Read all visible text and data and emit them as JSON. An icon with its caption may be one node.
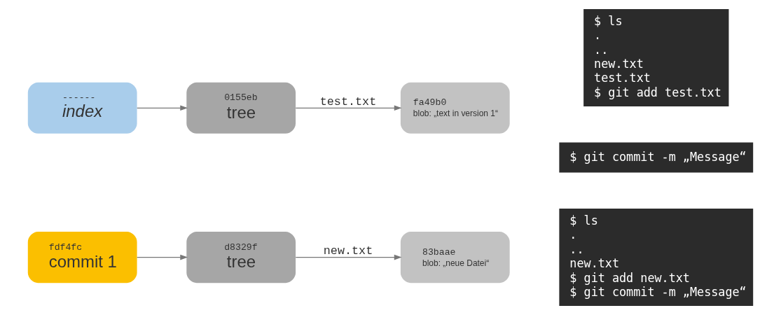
{
  "diagram": {
    "nodes": [
      {
        "text": [
          "fdf4fc",
          "commit 1"
        ]
      },
      {
        "text": [
          "d8329f",
          "tree"
        ]
      },
      {
        "text": [
          "83baae",
          "blob: „neue Datei“"
        ]
      },
      {
        "text": [
          "$ ls",
          ".",
          "..",
          "new.txt",
          "$ git add new.txt",
          "$ git commit -m „Message“"
        ]
      },
      {
        "text": [
          "------",
          "index"
        ]
      },
      {
        "text": [
          "0155eb",
          "tree"
        ]
      },
      {
        "text": [
          "fa49b0",
          "blob: „text in version 1“"
        ]
      },
      {
        "text": [
          "$ ls",
          ".",
          "..",
          "new.txt",
          "test.txt",
          "$ git add test.txt"
        ]
      },
      {
        "text": [
          "$ git commit -m „Message“"
        ]
      }
    ],
    "edges": [
      {
        "from": 0,
        "to": 1,
        "arrow": "to"
      },
      {
        "from": 1,
        "to": 2,
        "arrow": "to",
        "label": "new.txt"
      },
      {
        "from": 4,
        "to": 5,
        "arrow": "to"
      },
      {
        "from": 5,
        "to": 6,
        "arrow": "to",
        "label": "test.txt"
      }
    ]
  }
}
